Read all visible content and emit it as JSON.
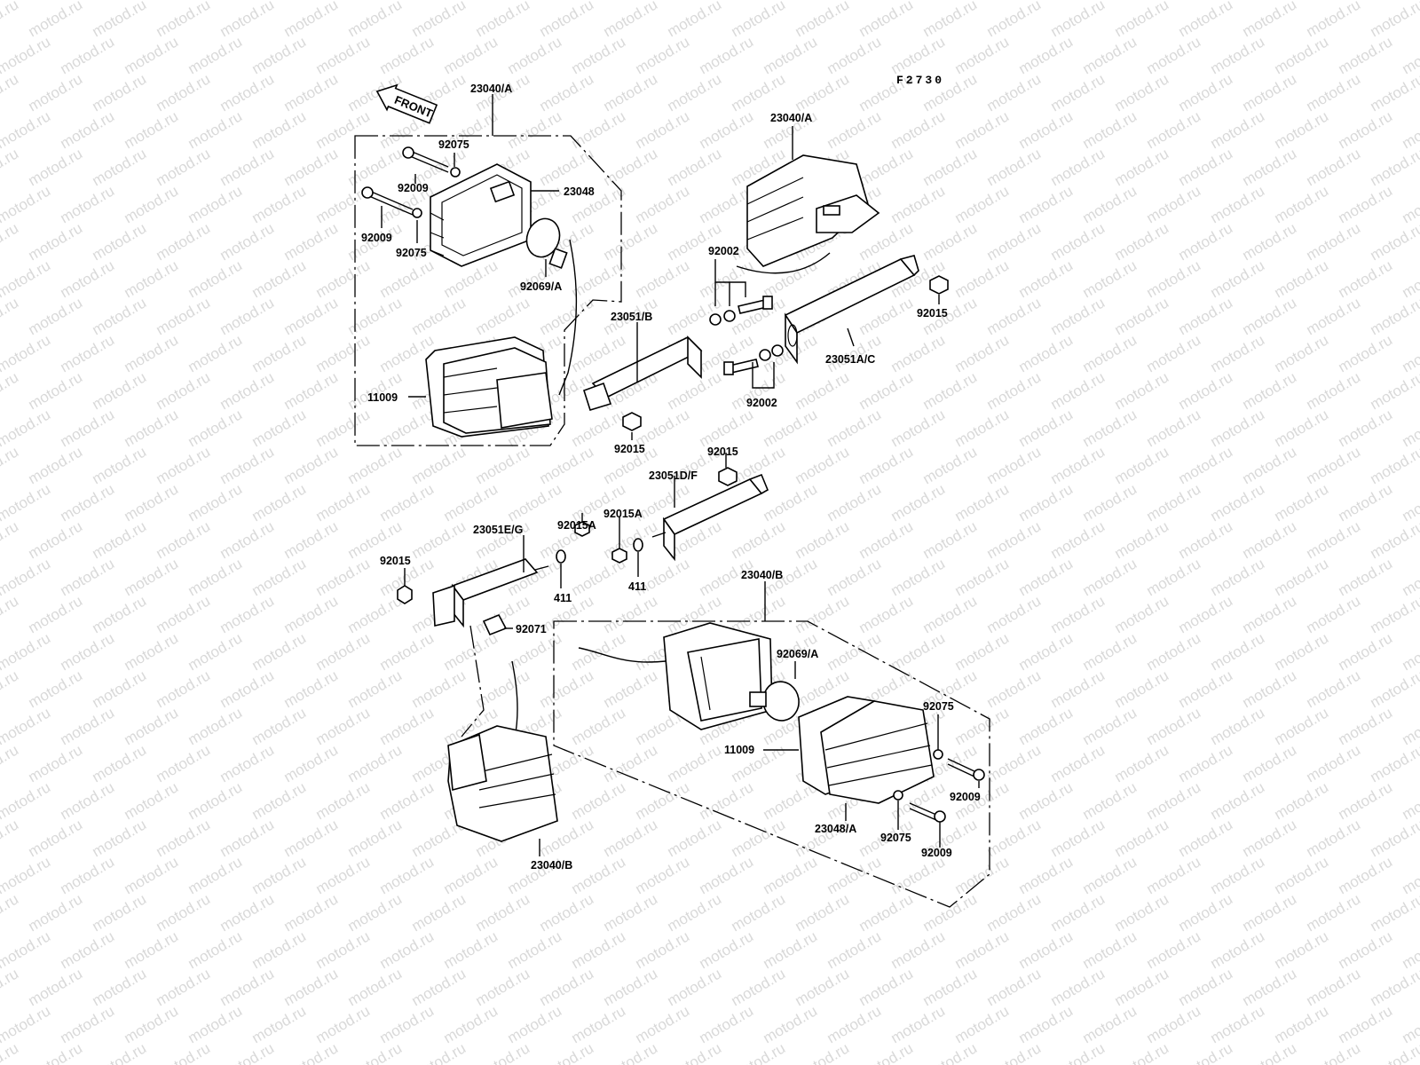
{
  "watermark": "motod.ru",
  "diagram_ref": "F2730",
  "front_arrow": "FRONT",
  "labels": {
    "l_23040A_top_left": "23040/A",
    "l_92075_a": "92075",
    "l_92009_a": "92009",
    "l_23048": "23048",
    "l_92009_b": "92009",
    "l_92075_b": "92075",
    "l_92069A_a": "92069/A",
    "l_11009_a": "11009",
    "l_23051B": "23051/B",
    "l_92015_a": "92015",
    "l_23040A_top_right": "23040/A",
    "l_92002_a": "92002",
    "l_92015_b": "92015",
    "l_23051AC": "23051A/C",
    "l_92002_b": "92002",
    "l_92015_c": "92015",
    "l_23051DF": "23051D/F",
    "l_92015A_a": "92015A",
    "l_23051EG": "23051E/G",
    "l_92015A_b": "92015A",
    "l_92015_d": "92015",
    "l_411_a": "411",
    "l_411_b": "411",
    "l_92071": "92071",
    "l_23040B_right": "23040/B",
    "l_92069A_b": "92069/A",
    "l_92075_c": "92075",
    "l_11009_b": "11009",
    "l_92009_c": "92009",
    "l_23048A": "23048/A",
    "l_92075_d": "92075",
    "l_92009_d": "92009",
    "l_23040B_left": "23040/B"
  }
}
